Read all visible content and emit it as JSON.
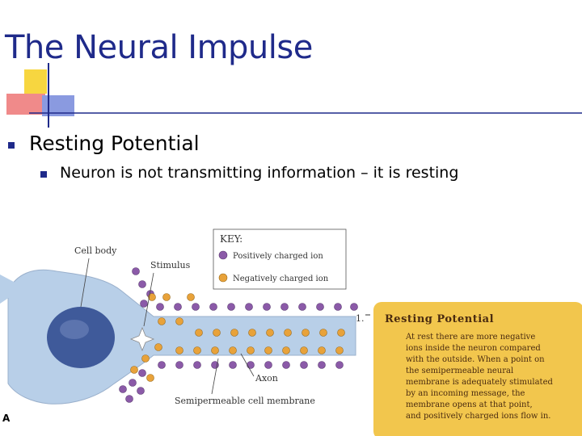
{
  "slide": {
    "title": "The Neural Impulse",
    "bullet_1": "Resting Potential",
    "bullet_1_1": "Neuron is not transmitting information – it is resting"
  },
  "figure": {
    "cell_body_label": "Cell body",
    "stimulus_label": "Stimulus",
    "axon_label": "Axon",
    "membrane_label": "Semipermeable cell membrane",
    "corner_letter": "A",
    "key": {
      "title": "KEY:",
      "positive": "Positively charged ion",
      "negative": "Negatively charged ion",
      "positive_color": "#8b5aa8",
      "negative_color": "#e8a23a"
    },
    "step_number": "1.",
    "panel": {
      "title": "Resting Potential",
      "lines": [
        "At rest there are more negative",
        "ions inside the neuron compared",
        "with the outside. When a point on",
        "the semipermeable neural",
        "membrane is adequately stimulated",
        "by an incoming message, the",
        "membrane opens at that point,",
        "and positively charged ions flow in."
      ]
    }
  },
  "colors": {
    "title": "#1f2a8a",
    "bullet": "#1f2a8a",
    "neuron": "#b8cfe8",
    "nucleus": "#3f5a9a",
    "panel": "#f2c64d"
  }
}
